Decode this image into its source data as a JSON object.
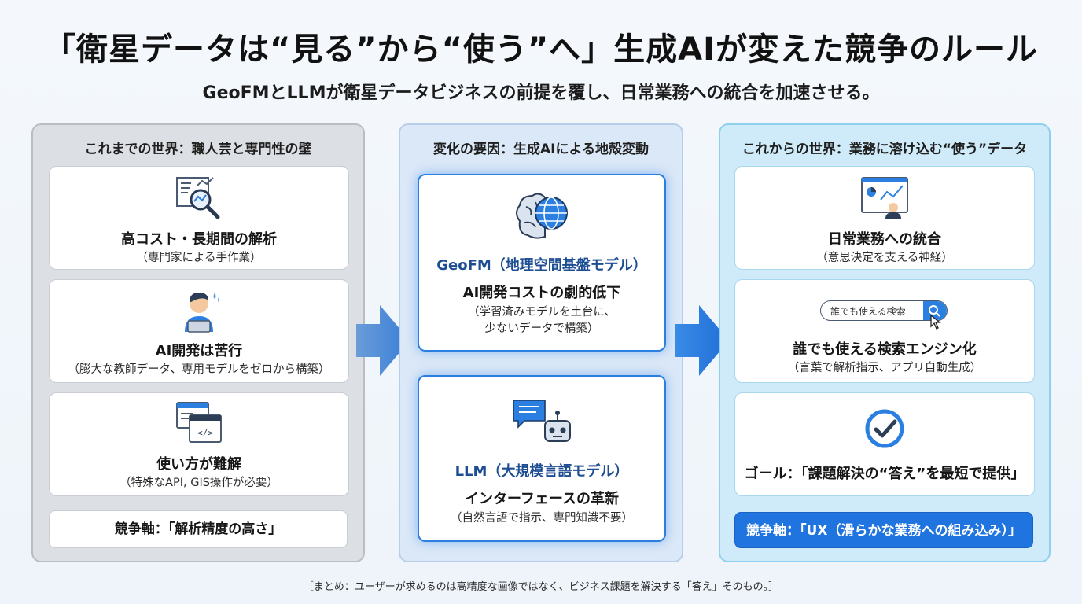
{
  "title": "「衛星データは“見る”から“使う”へ」生成AIが変えた競争のルール",
  "subtitle": "GeoFMとLLMが衛星データビジネスの前提を覆し、日常業務への統合を加速させる。",
  "left": {
    "heading": "これまでの世界：職人芸と専門性の壁",
    "cards": [
      {
        "title": "高コスト・長期間の解析",
        "sub": "（専門家による手作業）",
        "icon": "magnifier-analysis-icon"
      },
      {
        "title": "AI開発は苦行",
        "sub": "（膨大な教師データ、専用モデルをゼロから構築）",
        "icon": "stressed-developer-icon"
      },
      {
        "title": "使い方が難解",
        "sub": "（特殊なAPI, GIS操作が必要）",
        "icon": "code-window-icon"
      }
    ],
    "axis": "競争軸：「解析精度の高さ」"
  },
  "middle": {
    "heading": "変化の要因：生成AIによる地殻変動",
    "cards": [
      {
        "tag": "GeoFM（地理空間基盤モデル）",
        "title": "AI開発コストの劇的低下",
        "sub1": "（学習済みモデルを土台に、",
        "sub2": "少ないデータで構築）",
        "icon": "brain-globe-icon"
      },
      {
        "tag": "LLM（大規模言語モデル）",
        "title": "インターフェースの革新",
        "sub": "（自然言語で指示、専門知識不要）",
        "icon": "chatbot-icon"
      }
    ]
  },
  "right": {
    "heading": "これからの世界：業務に溶け込む“使う”データ",
    "cards": [
      {
        "title": "日常業務への統合",
        "sub": "（意思決定を支える神経）",
        "icon": "dashboard-user-icon"
      },
      {
        "title": "誰でも使える検索エンジン化",
        "sub": "（言葉で解析指示、アプリ自動生成）",
        "search_text": "誰でも使える検索",
        "icon": "search-bar-icon"
      },
      {
        "title": "ゴール：「課題解決の“答え”を最短で提供」",
        "icon": "check-circle-icon"
      }
    ],
    "axis": "競争軸：「UX（滑らかな業務への組み込み）」"
  },
  "footer": "［まとめ：ユーザーが求めるのは高精度な画像ではなく、ビジネス課題を解決する「答え」そのもの。］",
  "colors": {
    "accent": "#1f74e0",
    "tag_text": "#1d4d93",
    "left_panel": "#dcdfe3",
    "mid_panel": "#dbe8f7",
    "right_panel": "#cfeaf8"
  }
}
